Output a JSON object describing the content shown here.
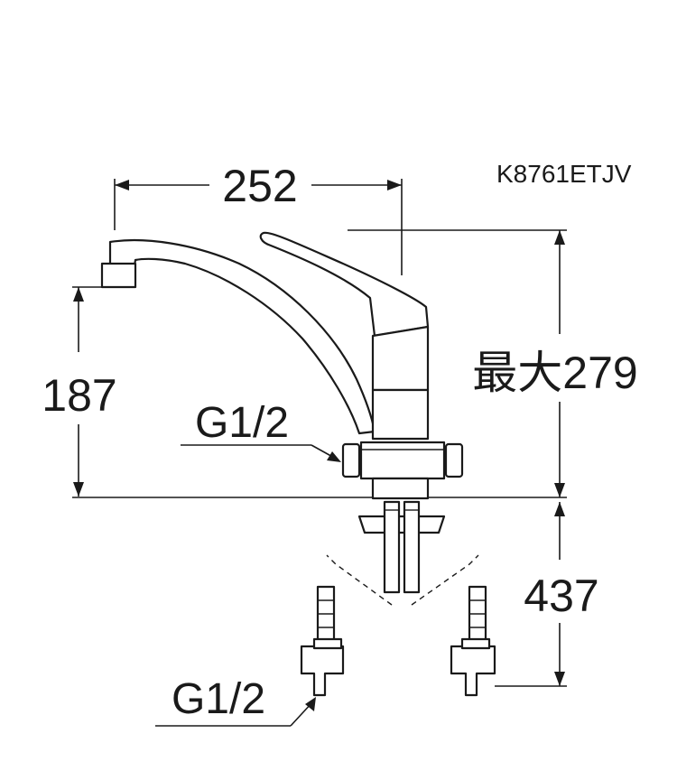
{
  "model_code": "K8761ETJV",
  "dimensions": {
    "spout_width": "252",
    "spout_height": "187",
    "max_height": "最大279",
    "hose_length": "437"
  },
  "connections": {
    "upper_thread": "G1/2",
    "lower_thread": "G1/2"
  }
}
